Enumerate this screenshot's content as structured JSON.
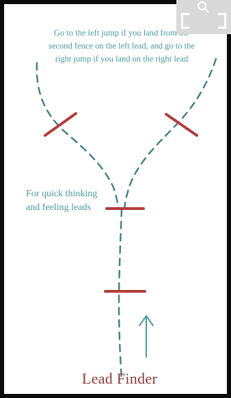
{
  "diagram": {
    "instruction_text": "Go to the left jump if you land from the second fence on the left lead, and go to the right jump if you land on the right lead",
    "side_note": "For quick thinking and feeling leads",
    "title": "Lead Finder"
  },
  "colors": {
    "text": "#4c9b9b",
    "title": "#8a3a37",
    "jump": "#b23c3a",
    "path": "#3f7d86",
    "frame": "#0b0b0b"
  },
  "toolbar": {
    "zoom_icon": "magnifier-expand-icon"
  }
}
